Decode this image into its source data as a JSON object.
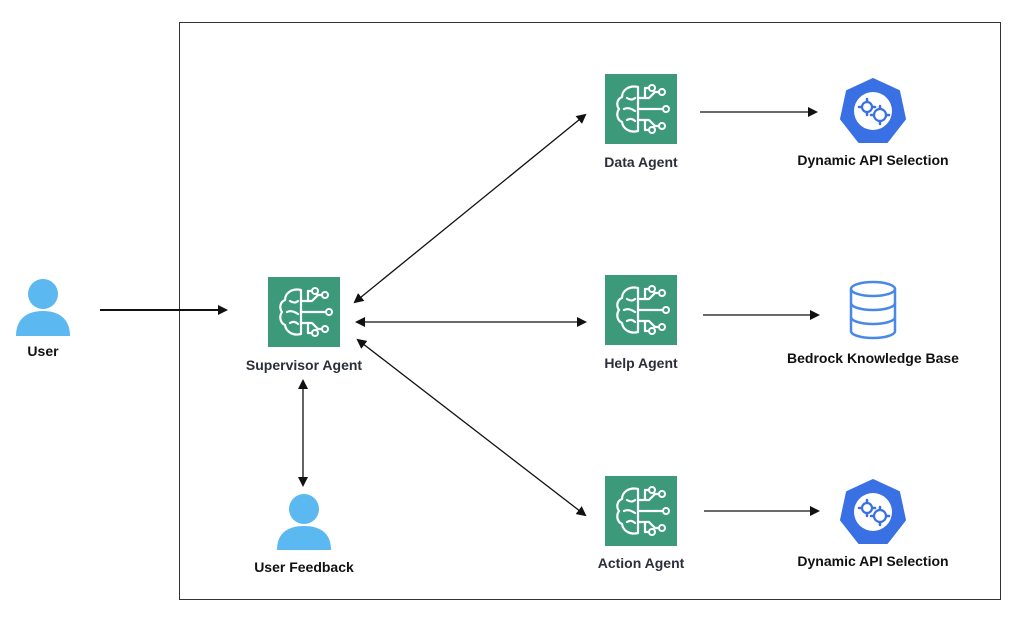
{
  "nodes": {
    "user": "User",
    "supervisor": "Supervisor Agent",
    "feedback": "User Feedback",
    "data_agent": "Data Agent",
    "help_agent": "Help Agent",
    "action_agent": "Action Agent",
    "api_top": "Dynamic API Selection",
    "kb": "Bedrock Knowledge Base",
    "api_bottom": "Dynamic API Selection"
  },
  "icons": {
    "user": "person-icon",
    "feedback": "person-icon",
    "agents": "brain-circuit-icon",
    "api": "kubernetes-gear-icon",
    "kb": "database-icon"
  },
  "colors": {
    "agent_tile": "#3c9a7a",
    "person": "#5bb8f0",
    "api_blue": "#3970e4",
    "db_blue": "#4a88e8"
  }
}
